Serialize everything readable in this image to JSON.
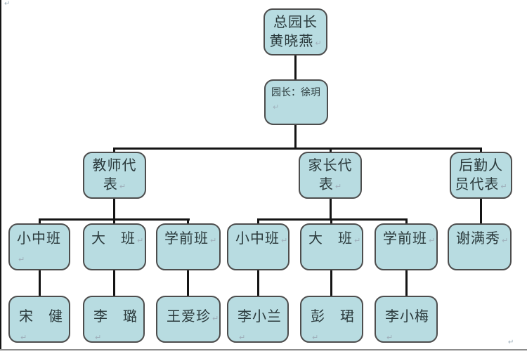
{
  "colors": {
    "box_fill": "#b8dce1",
    "box_border": "#4d4d4d",
    "line": "#141414",
    "text": "#2b3a3c",
    "page_bg": "#ffffff",
    "bottom_rule": "#8c8c8c",
    "mark": "#9fb0bb"
  },
  "marks": {
    "return_mark": "↵",
    "top_left_paragraph_mark": "↵",
    "bottom_right_paragraph_mark": "↵"
  },
  "nodes": {
    "director_general": {
      "label": "总园长\n黄晓燕"
    },
    "director": {
      "label": "园长：徐玥"
    },
    "teacher_rep": {
      "label": "教师代\n表"
    },
    "parent_rep": {
      "label": "家长代\n表"
    },
    "logistics_rep": {
      "label": "后勤人\n员代表"
    },
    "teacher_junior_middle_class": {
      "label": "小中班"
    },
    "teacher_senior_class": {
      "label": "大　班"
    },
    "teacher_preschool_class": {
      "label": "学前班"
    },
    "parent_junior_middle_class": {
      "label": "小中班"
    },
    "parent_senior_class": {
      "label": "大　班"
    },
    "parent_preschool_class": {
      "label": "学前班"
    },
    "logistics_member": {
      "label": "谢满秀"
    },
    "teacher_junior_middle_member": {
      "label": "宋　健"
    },
    "teacher_senior_member": {
      "label": "李　璐"
    },
    "teacher_preschool_member": {
      "label": "王爱珍"
    },
    "parent_junior_middle_member": {
      "label": "李小兰"
    },
    "parent_senior_member": {
      "label": "彭　珺"
    },
    "parent_preschool_member": {
      "label": "李小梅"
    }
  }
}
